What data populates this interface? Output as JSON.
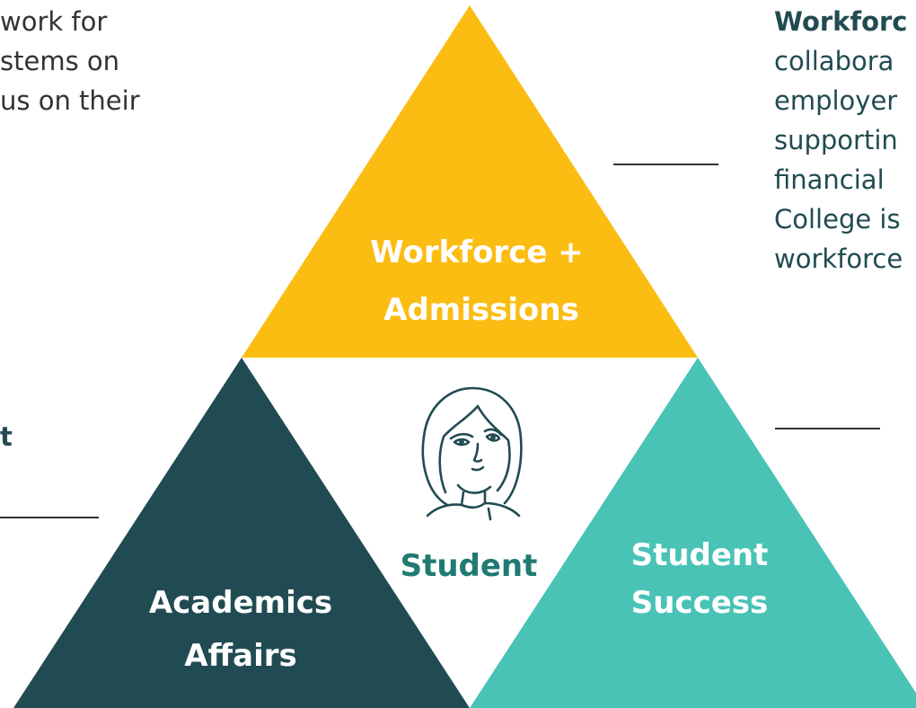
{
  "colors": {
    "workforce": "#FBBD12",
    "academics": "#214B52",
    "success": "#49C3B6",
    "text_dark": "#214B52",
    "text_body": "#333333",
    "rule": "#333333",
    "student_label": "#1F7A72",
    "white": "#FFFFFF"
  },
  "left_text": {
    "lines": [
      "work for",
      "stems on",
      "us on their"
    ]
  },
  "left_fragment": "t",
  "right_text": {
    "heading": "Workforc",
    "lines": [
      "collabora",
      "employer",
      "supportin",
      "financial",
      "College is",
      "workforce"
    ]
  },
  "triangles": {
    "top": {
      "line1": "Workforce +",
      "line2": "Admissions"
    },
    "left": {
      "line1": "Academics",
      "line2": "Affairs"
    },
    "right": {
      "line1": "Student",
      "line2": "Success"
    }
  },
  "center": {
    "label": "Student",
    "icon": "student-face-icon"
  }
}
